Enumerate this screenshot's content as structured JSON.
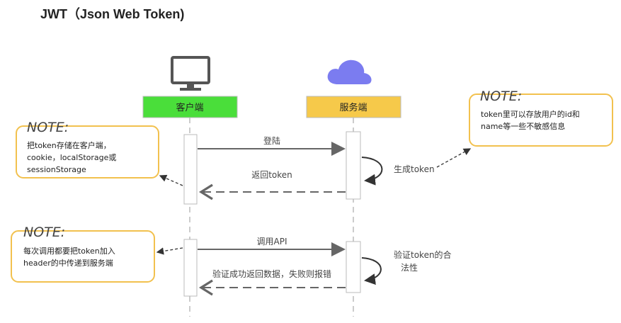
{
  "title": "JWT（Json Web Token)",
  "actors": {
    "client": {
      "label": "客户端",
      "color": "#4ade3a",
      "icon": "monitor-icon"
    },
    "server": {
      "label": "服务端",
      "color": "#f6c94a",
      "icon": "cloud-icon"
    }
  },
  "messages": {
    "login": "登陆",
    "generate_token": "生成token",
    "return_token": "返回token",
    "call_api": "调用API",
    "verify_token_line1": "验证token的合",
    "verify_token_line2": "法性",
    "verify_result": "验证成功返回数据，失败则报错"
  },
  "notes": {
    "heading": "NOTE:",
    "server_note": {
      "line1": "token里可以存放用户的id和",
      "line2": "name等一些不敏感信息"
    },
    "client_storage_note": {
      "line1": "把token存储在客户端，",
      "line2": "cookie，localStorage或",
      "line3": "sessionStorage"
    },
    "request_note": {
      "line1": "每次调用都要把token加入",
      "line2": "header的中传递到服务端"
    }
  },
  "colors": {
    "note_border": "#f2c14e",
    "arrow": "#666666",
    "lifeline": "#bbbbbb",
    "cloud": "#7b7cf0",
    "monitor": "#555555"
  }
}
